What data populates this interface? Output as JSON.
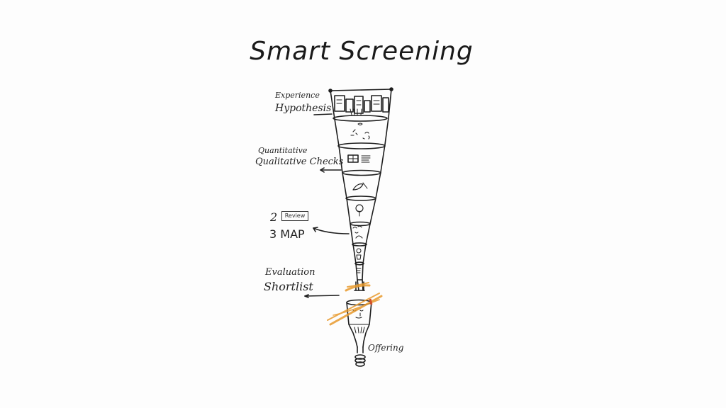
{
  "title": "Smart Screening",
  "colors": {
    "background": "#fdfdfd",
    "ink": "#1a1a1a",
    "accent_orange": "#e89a2c"
  },
  "labels": {
    "top_stage": {
      "line1": "Experience",
      "line2": "Hypothesis"
    },
    "second_stage": {
      "line1": "Quantitative",
      "line2": "Qualitative Checks"
    },
    "middle_stage": {
      "line1_prefix": "2",
      "line1_box": "Review",
      "line2": "3 MAP"
    },
    "lower_stage": {
      "line1": "Evaluation",
      "line2": "Shortlist"
    },
    "bottom_stage": {
      "line1": "Offering"
    }
  },
  "funnel": {
    "stages": 9,
    "annotation_arrows": 4,
    "orange_cross_marks": 2
  }
}
